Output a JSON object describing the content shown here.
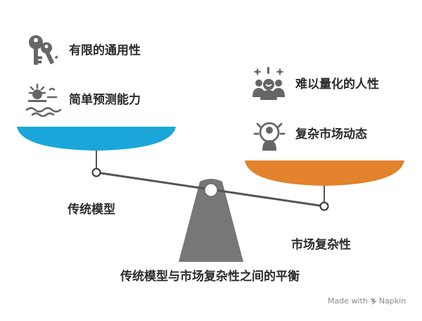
{
  "left_side": {
    "items": [
      {
        "label": "有限的通用性",
        "icon": "keys-icon"
      },
      {
        "label": "简单预测能力",
        "icon": "sun-over-water-icon"
      }
    ],
    "pan_label": "传统模型",
    "color": "#1aa6d9"
  },
  "right_side": {
    "items": [
      {
        "label": "难以量化的人性",
        "icon": "people-sparkle-icon"
      },
      {
        "label": "复杂市场动态",
        "icon": "person-target-icon"
      }
    ],
    "pan_label": "市场复杂性",
    "color": "#e3832c"
  },
  "title": "传统模型与市场复杂性之间的平衡",
  "footer": {
    "text": "Made with",
    "brand": "Napkin"
  },
  "colors": {
    "icon": "#666666",
    "fulcrum": "#777777",
    "beam": "#555555"
  }
}
